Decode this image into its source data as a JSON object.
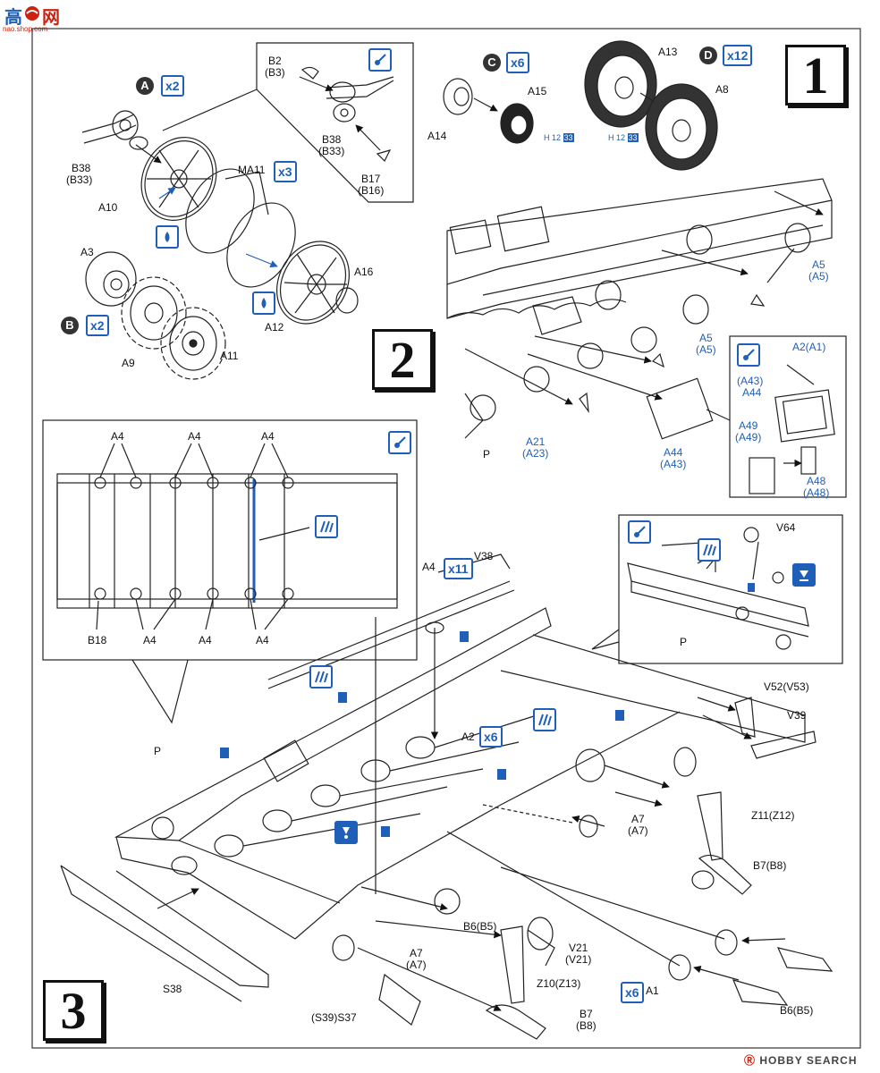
{
  "site_logo": {
    "glyph": "高",
    "name": "网",
    "url_text": "nao.shop.com"
  },
  "watermark": {
    "brand": "HOBBY SEARCH",
    "symbol": "Ⓡ"
  },
  "steps": {
    "s1": "1",
    "s2": "2",
    "s3": "3"
  },
  "markers": {
    "A": "A",
    "A_qty": "x2",
    "B": "B",
    "B_qty": "x2",
    "C": "C",
    "C_qty": "x6",
    "D": "D",
    "D_qty": "x12",
    "MA11_qty": "x3",
    "A2_qty": "x6",
    "A4_qty": "x11",
    "A1_qty": "x6"
  },
  "step1": {
    "labels": {
      "B2": "B2",
      "B3": "(B3)",
      "B38a": "B38",
      "B33a": "(B33)",
      "B38b": "B38",
      "B33b": "(B33)",
      "B17": "B17",
      "B16": "(B16)",
      "A10": "A10",
      "MA11": "MA11",
      "A3": "A3",
      "A9": "A9",
      "A11": "A11",
      "A12": "A12",
      "A16": "A16",
      "A13": "A13",
      "A8": "A8",
      "A14": "A14",
      "A15": "A15",
      "h1": "H 12",
      "h1n": "33",
      "h2": "H 12",
      "h2n": "33"
    }
  },
  "step2": {
    "labels": {
      "A5a": "A5",
      "A5a2": "(A5)",
      "A5b": "A5",
      "A5b2": "(A5)",
      "A21": "A21",
      "A23": "(A23)",
      "P": "P",
      "A44": "A44",
      "A43": "(A43)",
      "A2A1": "A2(A1)",
      "A43b": "(A43)",
      "A44b": "A44",
      "A49": "A49",
      "A49b": "(A49)",
      "A48": "A48",
      "A48b": "(A48)"
    }
  },
  "step3": {
    "labels": {
      "A4_1": "A4",
      "A4_2": "A4",
      "A4_3": "A4",
      "A4_4": "A4",
      "A4_5": "A4",
      "A4_6": "A4",
      "B18": "B18",
      "V38": "V38",
      "A4_main": "A4",
      "V64": "V64",
      "P_inset": "P",
      "V52": "V52(V53)",
      "V39": "V39",
      "P_main": "P",
      "A2": "A2",
      "Z11": "Z11(Z12)",
      "A7a": "A7",
      "A7a2": "(A7)",
      "B7a": "B7(B8)",
      "B6a": "B6(B5)",
      "A7b": "A7",
      "A7b2": "(A7)",
      "V21": "V21",
      "V21b": "(V21)",
      "Z10": "Z10(Z13)",
      "B7b": "B7",
      "B8b": "(B8)",
      "A1": "A1",
      "B6b": "B6(B5)",
      "S38": "S38",
      "S37": "(S39)S37"
    }
  }
}
